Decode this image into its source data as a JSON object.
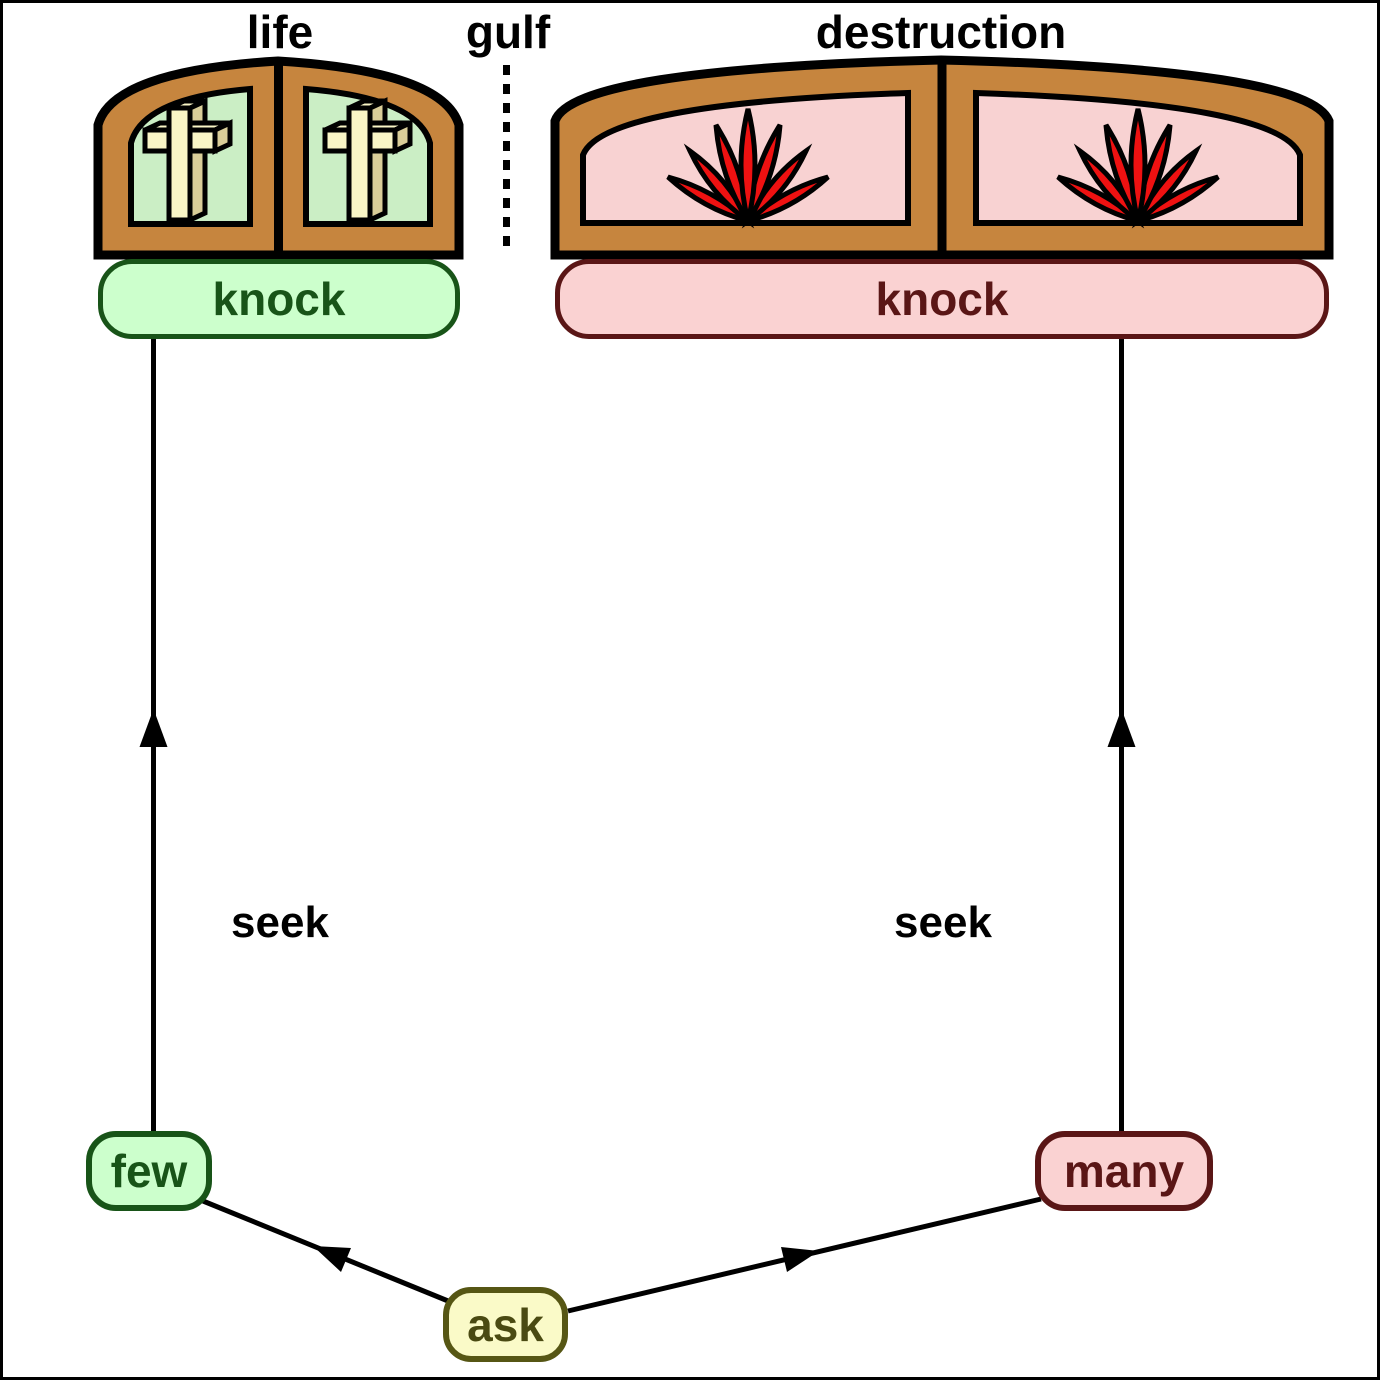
{
  "diagram": {
    "background": "#FFFFFF",
    "gates": {
      "life": {
        "title": "life",
        "knock_label": "knock",
        "symbol": "cross-icon",
        "panel_count": 2
      },
      "destruction": {
        "title": "destruction",
        "knock_label": "knock",
        "symbol": "flame-icon",
        "panel_count": 2
      }
    },
    "gulf": {
      "title": "gulf"
    },
    "paths": {
      "left_seek_label": "seek",
      "right_seek_label": "seek"
    },
    "nodes": {
      "few": "few",
      "many": "many",
      "ask": "ask"
    },
    "colors": {
      "life_fill": "#CCFFCC",
      "life_accent": "#185418",
      "destruction_fill": "#FAD2D2",
      "destruction_accent": "#5A1616",
      "ask_fill": "#FAFAC8",
      "ask_accent": "#565614",
      "ask_text": "#4A4A12",
      "gate_frame": "#C6853E",
      "window_life": "#CBEEC5",
      "window_destruction": "#F8D2D2",
      "cross_front": "#F9F5C6",
      "cross_side": "#D9CD98",
      "flame": "#EE1111",
      "line": "#000000"
    }
  }
}
